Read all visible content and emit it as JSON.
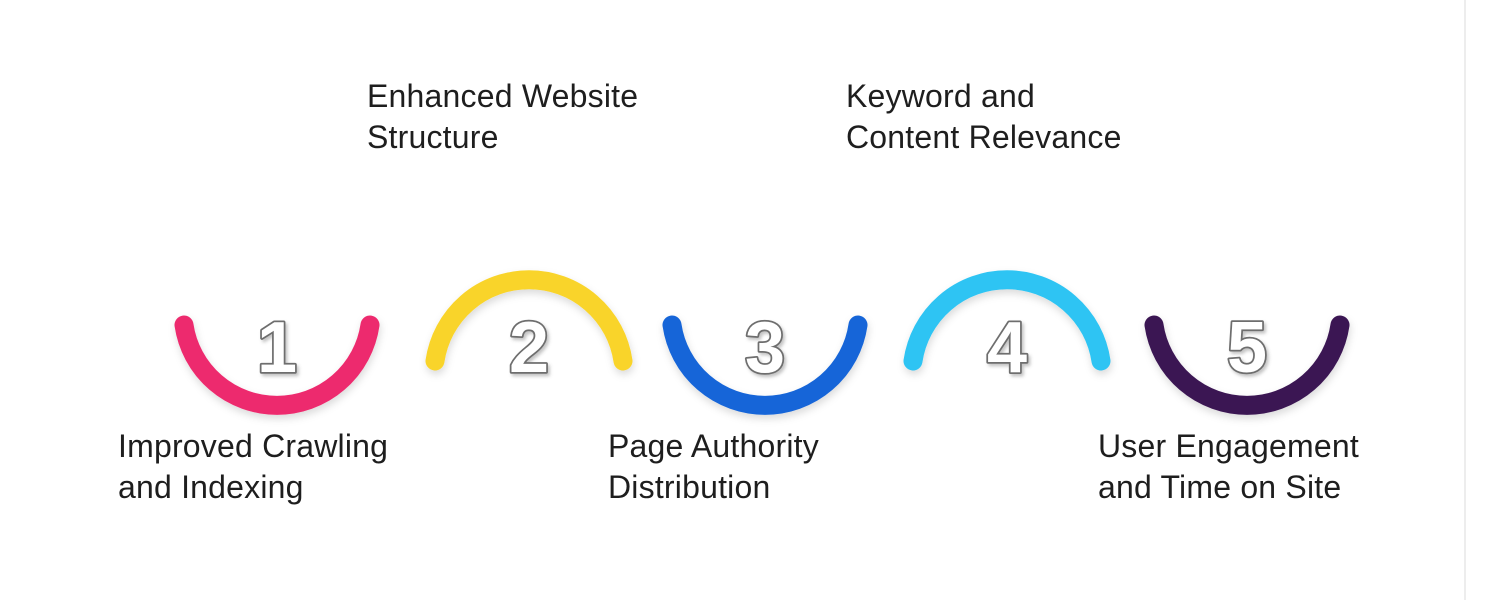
{
  "background_color": "#ffffff",
  "text_color": "#1e1e1e",
  "divider_color": "#ededed",
  "number_style": {
    "fill": "#ffffff",
    "outline": "#6e6e6e"
  },
  "steps": [
    {
      "number": "1",
      "label_line1": "Improved Crawling",
      "label_line2": "and Indexing",
      "color": "#ED2B6E",
      "arc_direction": "down",
      "label_position": "below"
    },
    {
      "number": "2",
      "label_line1": "Enhanced Website",
      "label_line2": "Structure",
      "color": "#F9D42C",
      "arc_direction": "up",
      "label_position": "above"
    },
    {
      "number": "3",
      "label_line1": "Page Authority",
      "label_line2": "Distribution",
      "color": "#1565D8",
      "arc_direction": "down",
      "label_position": "below"
    },
    {
      "number": "4",
      "label_line1": "Keyword and",
      "label_line2": "Content Relevance",
      "color": "#2EC4F3",
      "arc_direction": "up",
      "label_position": "above"
    },
    {
      "number": "5",
      "label_line1": "User Engagement",
      "label_line2": "and Time on Site",
      "color": "#3A1452",
      "arc_direction": "down",
      "label_position": "below"
    }
  ]
}
